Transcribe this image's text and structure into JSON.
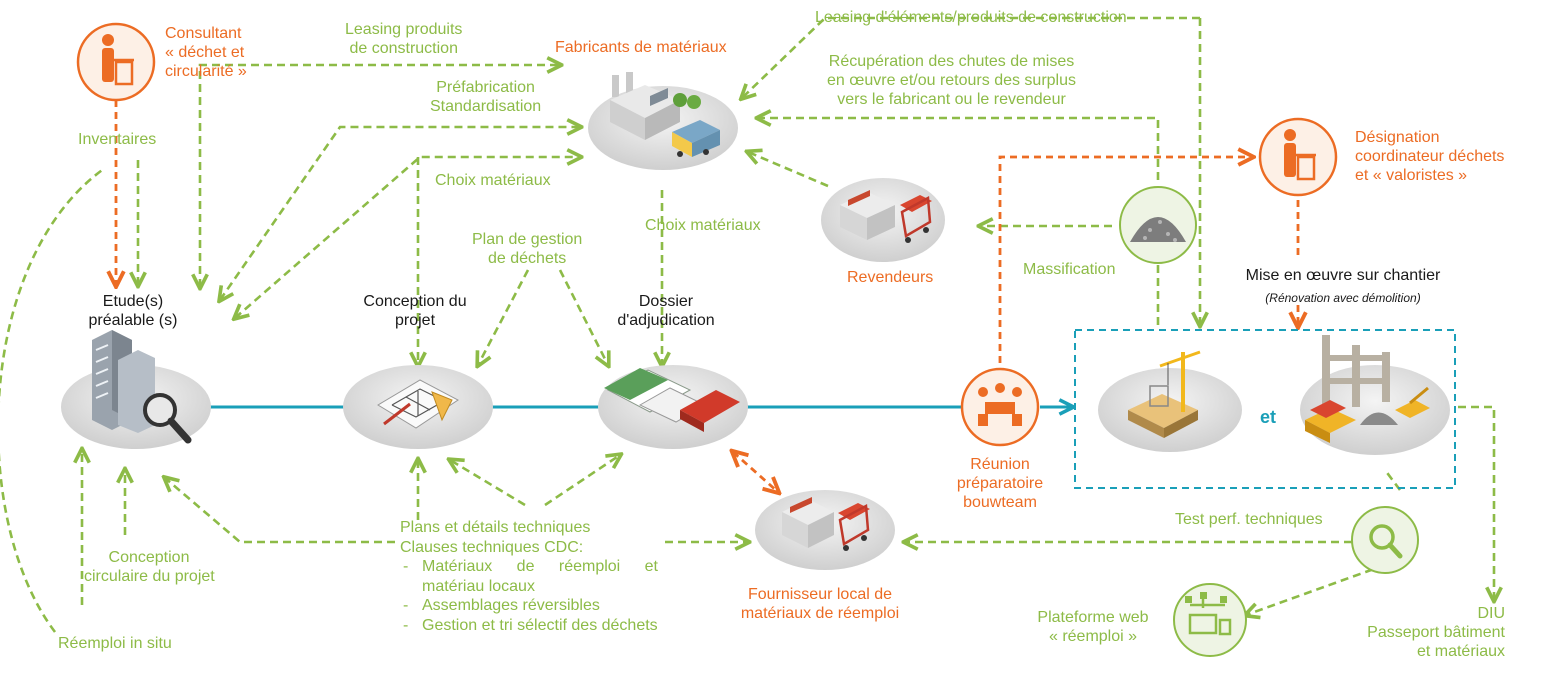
{
  "colors": {
    "green": "#8dbb47",
    "orange": "#ec6c24",
    "teal": "#1a9fb8",
    "dark": "#1a1a1a",
    "disc": "#dcdcdc"
  },
  "actors": {
    "consultant": {
      "lines": [
        "Consultant",
        "« déchet et",
        "circularité »"
      ],
      "icon": "person-trash-icon"
    },
    "coordinator": {
      "lines": [
        "Désignation",
        "coordinateur déchets",
        "et « valoristes »"
      ],
      "icon": "person-trash-icon"
    }
  },
  "nodes": {
    "manufacturers": "Fabricants de matériaux",
    "resellers": "Revendeurs",
    "study": [
      "Etude(s)",
      "préalable (s)"
    ],
    "design": [
      "Conception du",
      "projet"
    ],
    "tender": [
      "Dossier",
      "d'adjudication"
    ],
    "meeting": [
      "Réunion",
      "préparatoire",
      "bouwteam"
    ],
    "worksite_title": "Mise en œuvre sur chantier",
    "worksite_subtitle": "(Rénovation avec démolition)",
    "worksite_and": "et",
    "local_supplier": [
      "Fournisseur local de",
      "matériaux de réemploi"
    ],
    "web_platform": [
      "Plateforme web",
      "« réemploi »"
    ],
    "diu": [
      "DIU",
      "Passeport bâtiment",
      "et matériaux"
    ]
  },
  "flows": {
    "leasing_products": [
      "Leasing produits",
      "de construction"
    ],
    "leasing_elements": "Leasing d'éléments/produits de construction",
    "recovery": [
      "Récupération des chutes de mises",
      "en œuvre et/ou retours des surplus",
      "vers le fabricant ou le revendeur"
    ],
    "prefab": [
      "Préfabrication",
      "Standardisation"
    ],
    "materials_choice_left": "Choix matériaux",
    "materials_choice_center": "Choix matériaux",
    "waste_plan": [
      "Plan de gestion",
      "de déchets"
    ],
    "inventories": "Inventaires",
    "massification": "Massification",
    "circular_design": [
      "Conception",
      "circulaire du projet"
    ],
    "in_situ_reuse": "Réemploi in situ",
    "perf_tests": "Test perf. techniques"
  },
  "specs": {
    "headline": [
      "Plans et détails techniques",
      "Clauses techniques CDC:"
    ],
    "items": [
      "Matériaux de réemploi et matériau locaux",
      "Assemblages réversibles",
      "Gestion et tri sélectif des déchets"
    ]
  }
}
